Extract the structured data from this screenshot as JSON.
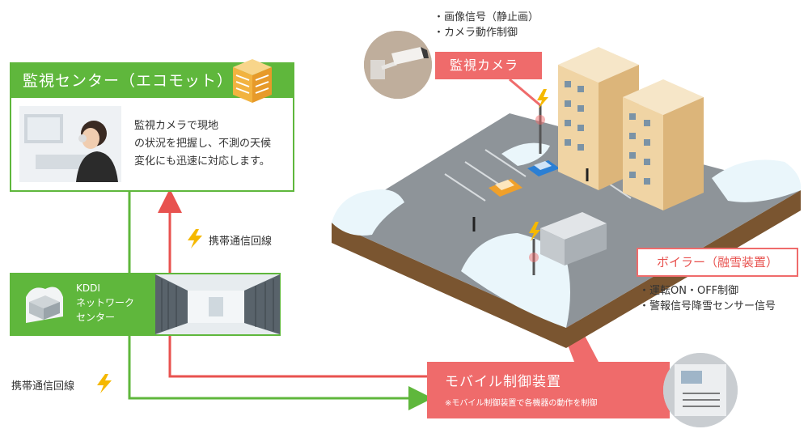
{
  "center": {
    "title": "監視センター（エコモット）",
    "description_lines": [
      "監視カメラで現地",
      "の状況を把握し、不測の天候",
      "変化にも迅速に対応します。"
    ]
  },
  "kddi": {
    "label_lines": [
      "KDDI",
      "ネットワーク",
      "センター"
    ]
  },
  "lines": {
    "mobile_line_upper": "携帯通信回線",
    "mobile_line_lower": "携帯通信回線"
  },
  "camera": {
    "label": "監視カメラ",
    "bullets": [
      "・画像信号（静止画）",
      "・カメラ動作制御"
    ]
  },
  "boiler": {
    "label": "ボイラー（融雪装置）",
    "bullets": [
      "・運転ON・OFF制御",
      "・警報信号降雪センサー信号"
    ]
  },
  "mobile_device": {
    "title": "モバイル制御装置",
    "note": "※モバイル制御装置で各機器の動作を制御"
  },
  "colors": {
    "green": "#5fb73c",
    "pink": "#ef6b6b",
    "red_line": "#e8524f",
    "lightning": "#f5b800"
  }
}
